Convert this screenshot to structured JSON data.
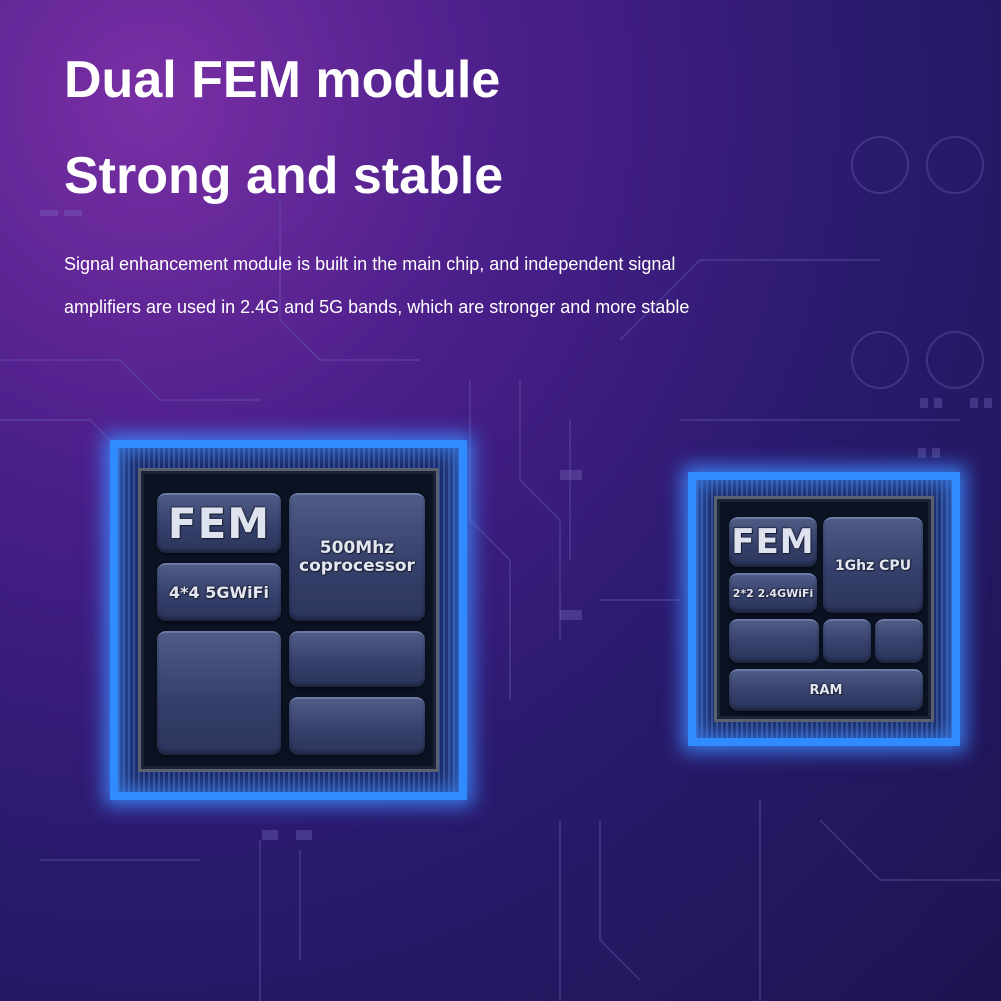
{
  "headline": {
    "line1": "Dual FEM module",
    "line2": "Strong and stable"
  },
  "description": {
    "line1": "Signal enhancement module is built in the main chip, and independent signal",
    "line2": "amplifiers are used in 2.4G and 5G bands, which are stronger and more stable"
  },
  "chip_5g": {
    "fem_label": "FEM",
    "wifi_label": "4*4 5GWiFi",
    "coprocessor_label": "500Mhz\ncoprocessor"
  },
  "chip_24g": {
    "fem_label": "FEM",
    "wifi_label": "2*2 2.4GWiFi",
    "cpu_label": "1Ghz CPU",
    "ram_label": "RAM"
  },
  "colors": {
    "glow": "#2f8bff",
    "block": "#35406b",
    "text": "#ffffff"
  }
}
